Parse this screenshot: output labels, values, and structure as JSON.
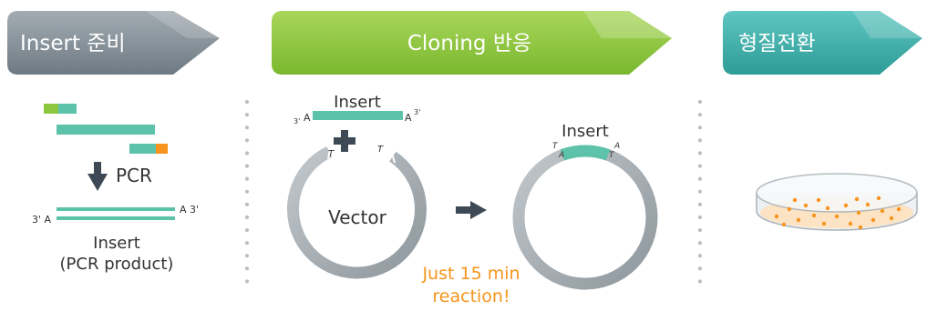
{
  "stages": [
    {
      "label": "Insert 준비",
      "color": "#7f8c95"
    },
    {
      "label": "Cloning 반응",
      "color": "#8dc63f"
    },
    {
      "label": "형질전환",
      "color": "#3fb5b0"
    }
  ],
  "prep": {
    "method": "PCR",
    "end_left": "3' A",
    "end_right": "A 3'",
    "product_line1": "Insert",
    "product_line2": "(PCR product)"
  },
  "cloning": {
    "insert_label": "Insert",
    "insert_end_left_prime": "3'",
    "insert_end_left": "A",
    "insert_end_right": "A",
    "insert_end_right_prime": "3'",
    "vector_label": "Vector",
    "vector_overhang_left": "T",
    "vector_overhang_right": "T",
    "product_insert_label": "Insert",
    "product_left_t": "T",
    "product_left_a": "A",
    "product_right_a": "A",
    "product_right_t": "T",
    "time_line1": "Just 15 min",
    "time_line2": "reaction!"
  },
  "colors": {
    "insert": "#5cc2aa",
    "primer_green": "#8dc63f",
    "primer_orange": "#f7941d",
    "arrow": "#3d4a55",
    "ring": "#a9b0b5",
    "highlight": "#f7941d",
    "dish_dots": "#f7941d"
  }
}
